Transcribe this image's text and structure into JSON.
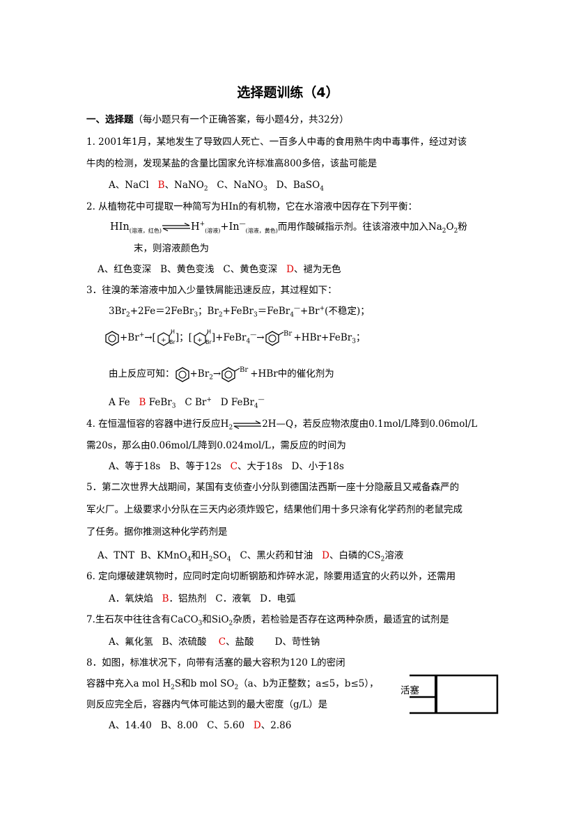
{
  "title": "选择题训练（4）",
  "section": {
    "heading": "一、选择题",
    "note": "（每小题只有一个正确答案，每小题4分，共32分）"
  },
  "q1": {
    "line1": "1. 2001年1月，某地发生了导致四人死亡、一百多人中毒的食用熟牛肉中毒事件，经过对该",
    "line2": "牛肉的检测，发现某盐的含量比国家允许标准高800多倍，该盐可能是",
    "opt_a": "A、NaCl",
    "opt_b_letter": "B",
    "opt_b": "、NaNO",
    "opt_b_sub": "2",
    "opt_c": "C、NaNO",
    "opt_c_sub": "3",
    "opt_d": "D、BaSO",
    "opt_d_sub": "4"
  },
  "q2": {
    "line1": "2.  从植物花中可提取一种简写为HIn的有机物，它在水溶液中因存在下列平衡：",
    "eq_hin": "HIn",
    "eq_hin_sub": "(溶液，红色)",
    "eq_h": "H",
    "eq_h_sup": "+",
    "eq_h_sub": "(溶液)",
    "eq_in": "+In",
    "eq_in_sup": "—",
    "eq_in_sub": "(溶液，黄色)",
    "eq_tail": "而用作酸碱指示剂。往该溶液中加入Na",
    "eq_tail_sub": "2",
    "eq_tail2": "O",
    "eq_tail2_sub": "2",
    "eq_tail3": "粉",
    "line3": "末，则溶液颜色为",
    "opt_a": "A、红色变深",
    "opt_b": "B、黄色变浅",
    "opt_c": "C、黄色变深",
    "opt_d_letter": "D",
    "opt_d": "、褪为无色"
  },
  "q3": {
    "line1": "3．往溴的苯溶液中加入少量铁屑能迅速反应，其过程如下：",
    "r1": "3Br",
    "r1_sub": "2",
    "r1b": "+2Fe＝2FeBr",
    "r1b_sub": "3",
    "r1c": "；Br",
    "r1c_sub": "2",
    "r1d": "+FeBr",
    "r1d_sub": "3",
    "r1e": "＝FeBr",
    "r1e_sub": "4",
    "r1e_sup": "—",
    "r1f": "+Br",
    "r1f_sup": "+",
    "r1g": "(不稳定)；",
    "s1": "+Br",
    "s1_sup": "+",
    "s1b": "→[",
    "s1c": "]；[",
    "s1d": "]+FeBr",
    "s1d_sub": "4",
    "s1d_sup": "—",
    "s1e": "→",
    "s1f": "+HBr+FeBr",
    "s1f_sub": "3",
    "s1g": "；",
    "br": "Br",
    "h": "H",
    "plus": "+",
    "conc1": "由上反应可知：",
    "conc2": "+Br",
    "conc2_sub": "2",
    "conc3": "→",
    "conc4": "+HBr中的催化剂为",
    "opt_a": "A  Fe",
    "opt_b_letter": "B",
    "opt_b": "FeBr",
    "opt_b_sub": "3",
    "opt_c": "C  Br",
    "opt_c_sup": "+",
    "opt_d": "D  FeBr",
    "opt_d_sub": "4",
    "opt_d_sup": "—"
  },
  "q4": {
    "line1a": "4. 在恒温恒容的容器中进行反应H",
    "line1a_sub": "2",
    "line1b": "2H—Q，若反应物浓度由0.1mol/L降到0.06mol/L",
    "line2": "需20s，那么由0.06mol/L降到0.024mol/L，需反应的时间为",
    "opt_a": "A、等于18s",
    "opt_b": "B、等于12s",
    "opt_c_letter": "C",
    "opt_c": "、大于18s",
    "opt_d": "D、小于18s"
  },
  "q5": {
    "line1": "5．第二次世界大战期间，某国有支侦查小分队到德国法西斯一座十分隐蔽且又戒备森严的",
    "line2": "军火厂。上级要求小分队在三天内必须炸毁它，结果他们用十多只涂有化学药剂的老鼠完成",
    "line3": "了任务。据你推测这种化学药剂是",
    "opt_a": "A、TNT",
    "opt_b": "B、KMnO",
    "opt_b_sub": "4",
    "opt_b2": "和H",
    "opt_b2_sub": "2",
    "opt_b3": "SO",
    "opt_b3_sub": "4",
    "opt_c": "C、黑火药和甘油",
    "opt_d_letter": "D",
    "opt_d": "、白磷的CS",
    "opt_d_sub": "2",
    "opt_d2": "溶液"
  },
  "q6": {
    "line1": "6.  定向爆破建筑物时，应同时定向切断钢筋和炸碎水泥，除要用适宜的火药以外，还需用",
    "opt_a": "A．氧炔焰",
    "opt_b_letter": "B",
    "opt_b": "．铝热剂",
    "opt_c": "C．液氧",
    "opt_d": "D．电弧"
  },
  "q7": {
    "line1a": "7.生石灰中往往含有CaCO",
    "line1a_sub": "3",
    "line1b": "和SiO",
    "line1b_sub": "2",
    "line1c": "杂质，若检验是否存在这两种杂质，最适宜的试剂是",
    "opt_a": "A、氟化氢",
    "opt_b": "B、浓硫酸",
    "opt_c_letter": "C",
    "opt_c": "、盐酸",
    "opt_d": "D、苛性钠"
  },
  "q8": {
    "line1": "8．如图，标准状况下，向带有活塞的最大容积为120 L的密闭",
    "line2a": "容器中充入a mol H",
    "line2a_sub": "2",
    "line2b": "S和b mol SO",
    "line2b_sub": "2",
    "line2c": "（a、b为正整数；a≤5，b≤5），",
    "line3": "则反应完全后，容器内气体可能达到的最大密度（g/L）是",
    "opt_a": "A、14.40",
    "opt_b": "B、8.00",
    "opt_c": "C、5.60",
    "opt_d_letter": "D",
    "opt_d": "、2.86",
    "piston_label": "活塞"
  }
}
